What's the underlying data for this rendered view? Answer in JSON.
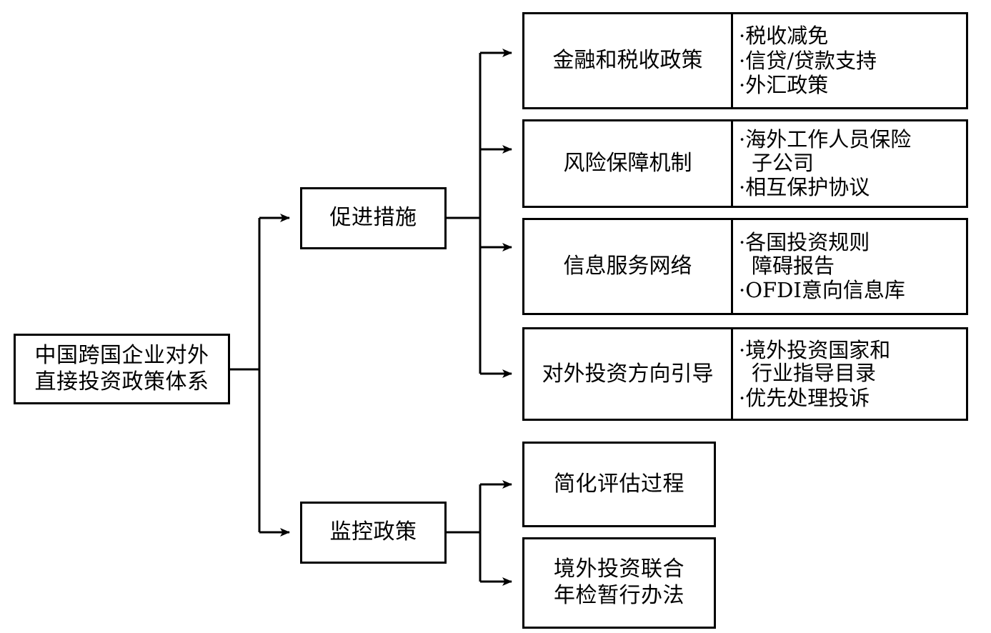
{
  "diagram": {
    "title": "中国跨国企业对外直接投资政策体系",
    "root": {
      "label": "中国跨国企业对外\n直接投资政策体系"
    },
    "branches": [
      {
        "label": "促进措施",
        "rows": [
          {
            "label": "金融和税收政策",
            "bullets": [
              "·税收减免",
              "·信贷/贷款支持",
              "·外汇政策"
            ]
          },
          {
            "label": "风险保障机制",
            "bullets": [
              "·海外工作人员保险\n子公司",
              "·相互保护协议"
            ]
          },
          {
            "label": "信息服务网络",
            "bullets": [
              "·各国投资规则\n障碍报告",
              "·OFDI意向信息库"
            ]
          },
          {
            "label": "对外投资方向引导",
            "bullets": [
              "·境外投资国家和\n行业指导目录",
              "·优先处理投诉"
            ]
          }
        ]
      },
      {
        "label": "监控政策",
        "leaves": [
          {
            "label": "简化评估过程"
          },
          {
            "label": "境外投资联合\n年检暂行办法"
          }
        ]
      }
    ],
    "style": {
      "line_color": "#000000",
      "box_fill": "#ffffff",
      "background": "#ffffff"
    }
  }
}
